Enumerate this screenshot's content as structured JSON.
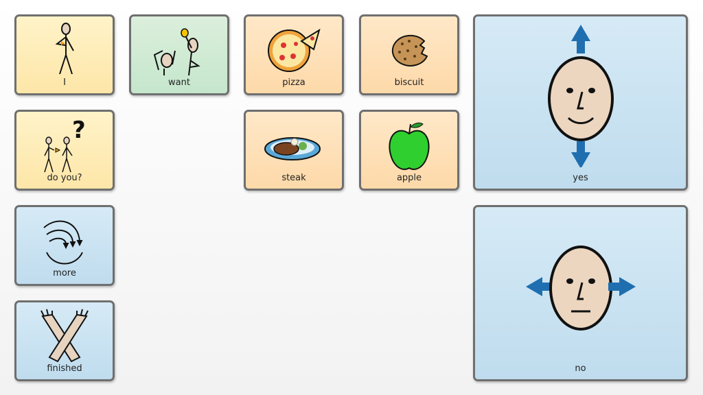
{
  "tiles": {
    "i": {
      "label": "I"
    },
    "want": {
      "label": "want"
    },
    "pizza": {
      "label": "pizza"
    },
    "biscuit": {
      "label": "biscuit"
    },
    "do_you": {
      "label": "do you?"
    },
    "steak": {
      "label": "steak"
    },
    "apple": {
      "label": "apple"
    },
    "more": {
      "label": "more"
    },
    "finished": {
      "label": "finished"
    },
    "yes": {
      "label": "yes"
    },
    "no": {
      "label": "no"
    }
  },
  "colors": {
    "pronoun": "#fde6a8",
    "verb": "#c5e6cc",
    "noun": "#fdd9a9",
    "social": "#bfdcee",
    "arrow": "#1f6fb0"
  }
}
